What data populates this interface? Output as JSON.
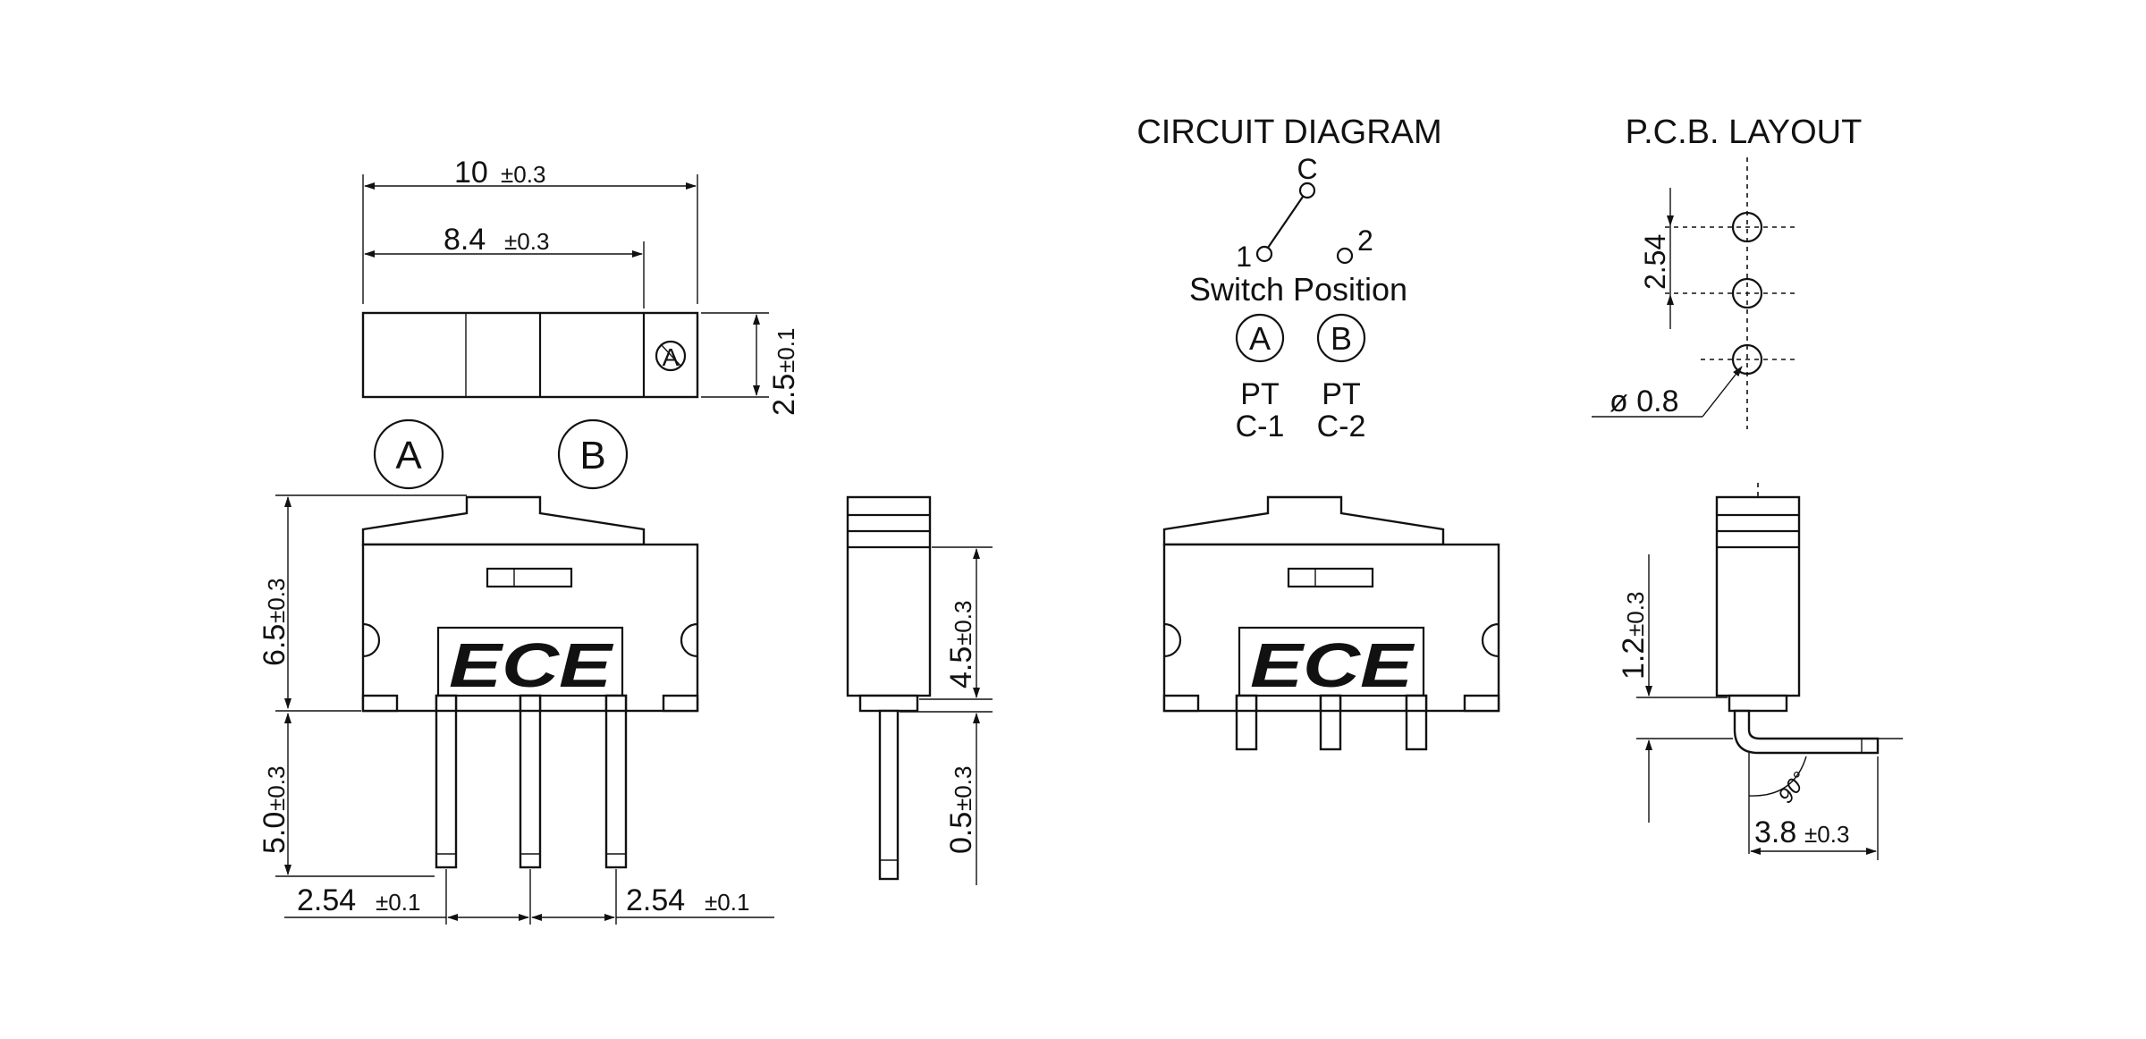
{
  "headings": {
    "circuit": "CIRCUIT DIAGRAM",
    "pcb": "P.C.B. LAYOUT"
  },
  "logo_text": "ECE",
  "circles": {
    "a": "A",
    "b": "B"
  },
  "dimensions": {
    "width_total": {
      "value": "10",
      "tol": "±0.3"
    },
    "width_inner": {
      "value": "8.4",
      "tol": "±0.3"
    },
    "height_top": {
      "value": "2.5",
      "tol": "±0.1"
    },
    "body_height": {
      "value": "6.5",
      "tol": "±0.3"
    },
    "pin_length": {
      "value": "5.0",
      "tol": "±0.3"
    },
    "pitch_left": {
      "value": "2.54",
      "tol": "±0.1"
    },
    "pitch_right": {
      "value": "2.54",
      "tol": "±0.1"
    },
    "side_height": {
      "value": "4.5",
      "tol": "±0.3"
    },
    "side_gap": {
      "value": "0.5",
      "tol": "±0.3"
    },
    "ra_height": {
      "value": "1.2",
      "tol": "±0.3"
    },
    "ra_length": {
      "value": "3.8",
      "tol": "±0.3"
    },
    "ra_angle": "90°",
    "pcb_pitch": "2.54",
    "pcb_hole": "ø 0.8"
  },
  "circuit": {
    "label_c": "C",
    "label_1": "1",
    "label_2": "2",
    "switch_position": "Switch Position",
    "pos_a": {
      "circle": "A",
      "line1": "PT",
      "line2": "C-1"
    },
    "pos_b": {
      "circle": "B",
      "line1": "PT",
      "line2": "C-2"
    }
  }
}
